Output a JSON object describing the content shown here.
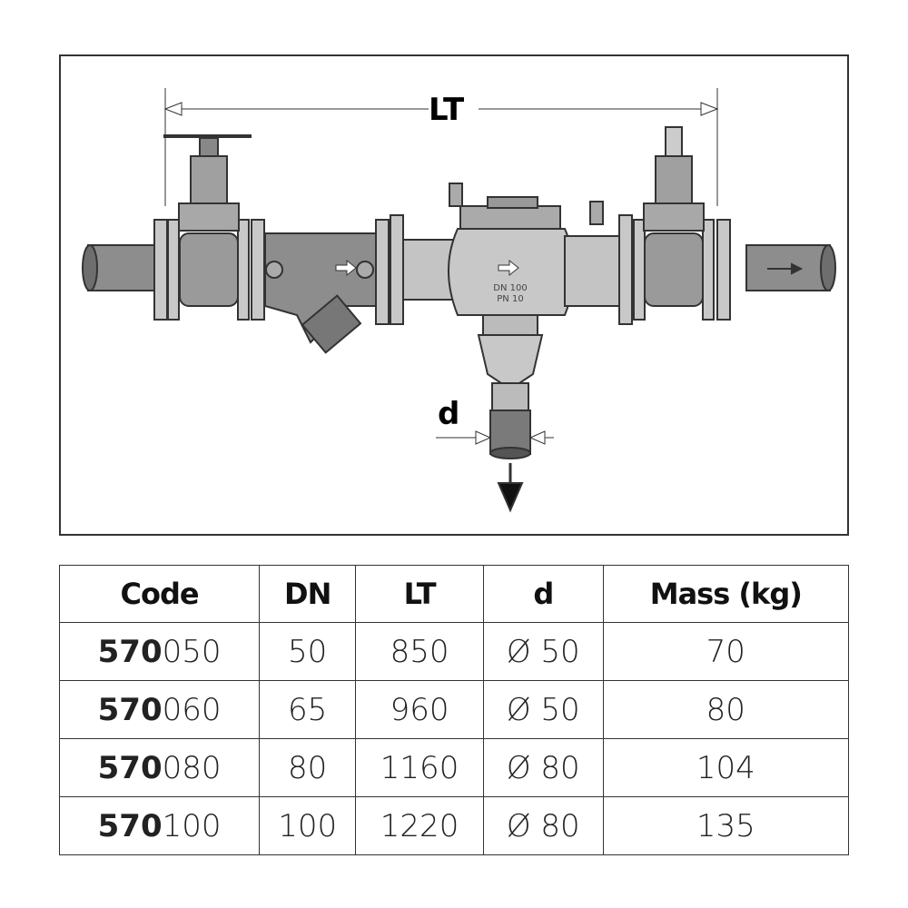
{
  "diagram": {
    "dimension_lt": "LT",
    "dimension_d": "d",
    "valve_marking_dn": "DN 100",
    "valve_marking_pn": "PN 10"
  },
  "table": {
    "headers": [
      "Code",
      "DN",
      "LT",
      "d",
      "Mass (kg)"
    ],
    "rows": [
      {
        "code_prefix": "570",
        "code_suffix": "050",
        "dn": "50",
        "lt": "850",
        "d": "Ø 50",
        "mass": "70"
      },
      {
        "code_prefix": "570",
        "code_suffix": "060",
        "dn": "65",
        "lt": "960",
        "d": "Ø 50",
        "mass": "80"
      },
      {
        "code_prefix": "570",
        "code_suffix": "080",
        "dn": "80",
        "lt": "1160",
        "d": "Ø 80",
        "mass": "104"
      },
      {
        "code_prefix": "570",
        "code_suffix": "100",
        "dn": "100",
        "lt": "1220",
        "d": "Ø 80",
        "mass": "135"
      }
    ]
  }
}
